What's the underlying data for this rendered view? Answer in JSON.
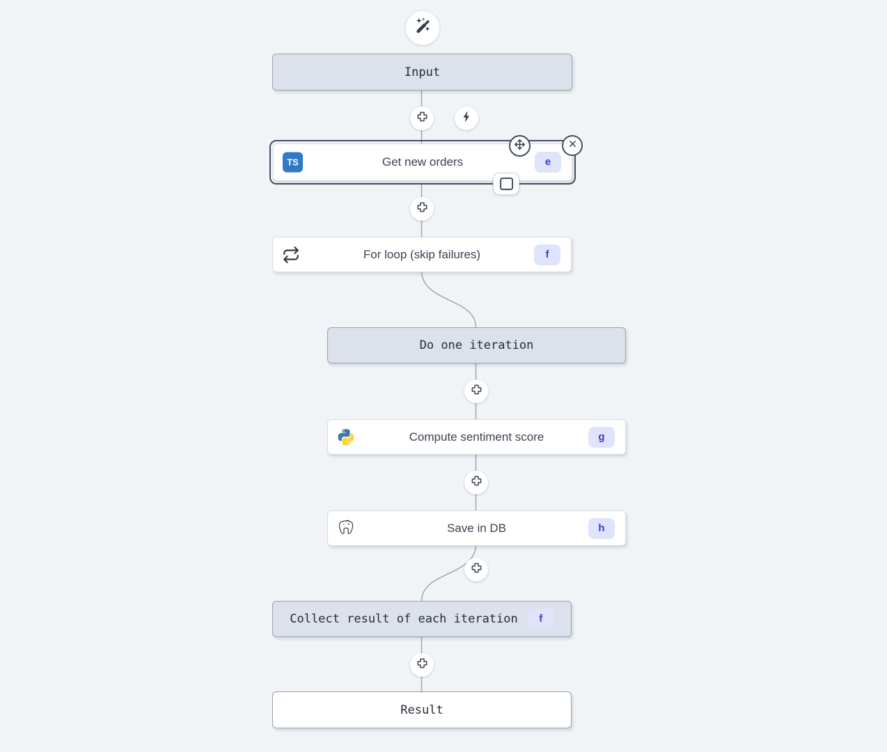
{
  "nodes": {
    "input": {
      "label": "Input"
    },
    "get_new_orders": {
      "label": "Get new orders",
      "badge": "e",
      "icon": "typescript-icon",
      "ts_label": "TS",
      "selected": true
    },
    "for_loop": {
      "label": "For loop (skip failures)",
      "badge": "f",
      "icon": "repeat-icon"
    },
    "do_one_iteration": {
      "label": "Do one iteration"
    },
    "compute_sentiment_score": {
      "label": "Compute sentiment score",
      "badge": "g",
      "icon": "python-icon"
    },
    "save_in_db": {
      "label": "Save in DB",
      "badge": "h",
      "icon": "postgresql-icon"
    },
    "collect_result": {
      "label": "Collect result of each iteration",
      "badge": "f"
    },
    "result": {
      "label": "Result"
    }
  },
  "toolbar": {
    "ai_builder_icon": "wand-sparkles-icon",
    "trigger_icon": "lightning-icon",
    "add_step_icon": "plus-icon"
  },
  "colors": {
    "background": "#f1f4f7",
    "virtual_node_fill": "#dbe2ec",
    "virtual_node_border": "#99a3b1",
    "step_node_border": "#d7dbe1",
    "selected_border": "#424d5e",
    "badge_bg": "#dfe4fb",
    "badge_text": "#4338ca",
    "connector": "#9aa1ab",
    "typescript_blue": "#3178c6",
    "python_blue": "#3c76ab",
    "python_yellow": "#ffd43b"
  }
}
